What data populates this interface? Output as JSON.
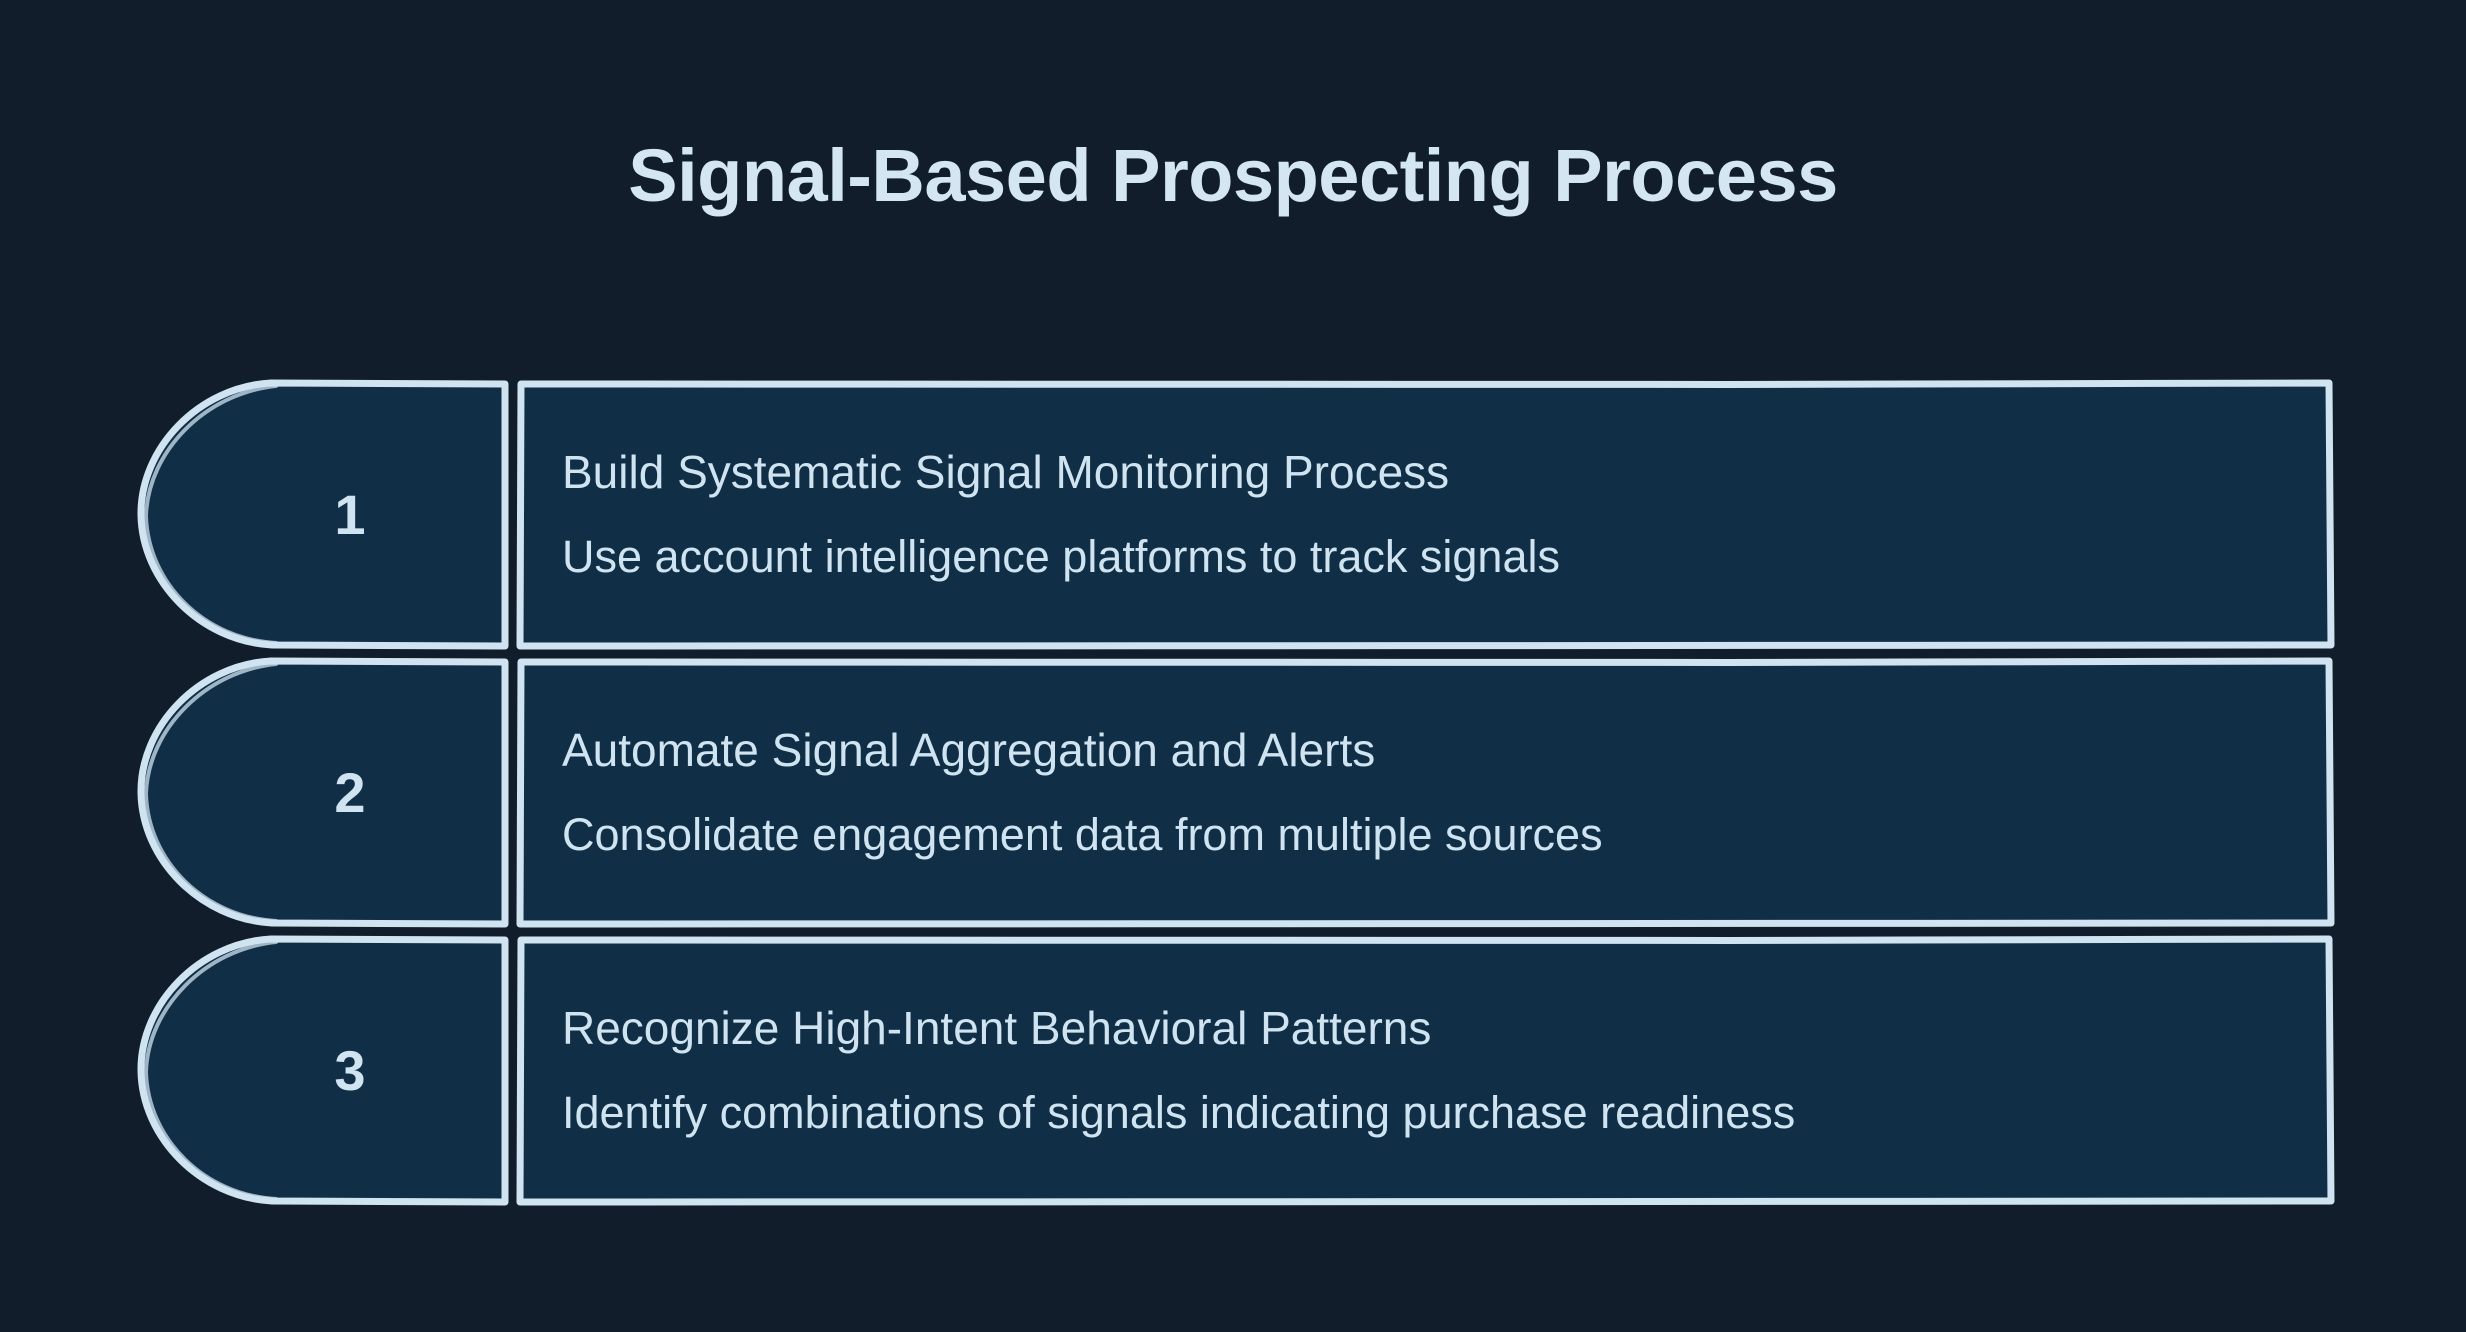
{
  "title": "Signal-Based Prospecting Process",
  "colors": {
    "background": "#111d2b",
    "shape_fill": "#102f47",
    "stroke": "#cfe3f0",
    "text": "#cfe3f0",
    "title_text": "#d3e6f2"
  },
  "steps": [
    {
      "number": "1",
      "title": "Build Systematic Signal Monitoring Process",
      "subtitle": "Use account intelligence platforms to track signals"
    },
    {
      "number": "2",
      "title": "Automate Signal Aggregation and Alerts",
      "subtitle": "Consolidate engagement data from multiple sources"
    },
    {
      "number": "3",
      "title": "Recognize High-Intent Behavioral Patterns",
      "subtitle": "Identify combinations of signals indicating purchase readiness"
    }
  ]
}
